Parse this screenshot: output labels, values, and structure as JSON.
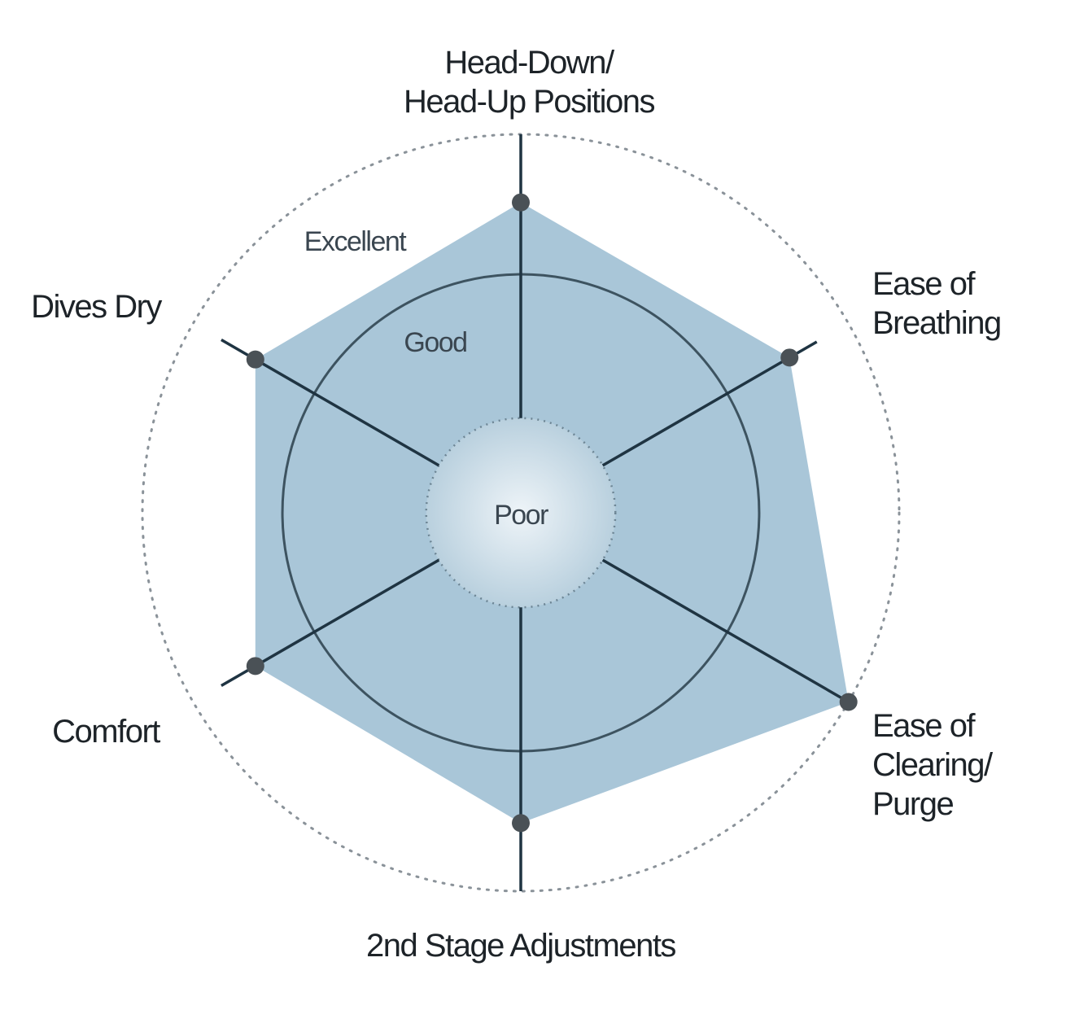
{
  "chart_data": {
    "type": "radar",
    "title": "",
    "scale_max": 10,
    "rings": [
      {
        "label": "Poor",
        "value": 2.5,
        "style": "dotted"
      },
      {
        "label": "Good",
        "value": 6.3,
        "style": "solid"
      },
      {
        "label": "Excellent",
        "value": 10,
        "style": "dotted"
      }
    ],
    "axes": [
      {
        "label_lines": [
          "Head-Down/",
          "Head-Up Positions"
        ],
        "value": 8.2
      },
      {
        "label_lines": [
          "Ease of",
          "Breathing"
        ],
        "value": 8.2
      },
      {
        "label_lines": [
          "Ease of",
          "Clearing/",
          "Purge"
        ],
        "value": 10
      },
      {
        "label_lines": [
          "2nd  Stage Adjustments"
        ],
        "value": 8.2
      },
      {
        "label_lines": [
          "Comfort"
        ],
        "value": 8.1
      },
      {
        "label_lines": [
          "Dives Dry"
        ],
        "value": 8.1
      }
    ],
    "colors": {
      "fill": "#a9c6d8",
      "axis": "#1f3442",
      "center": "#dbe8f0",
      "ring": "#3d5360"
    }
  }
}
